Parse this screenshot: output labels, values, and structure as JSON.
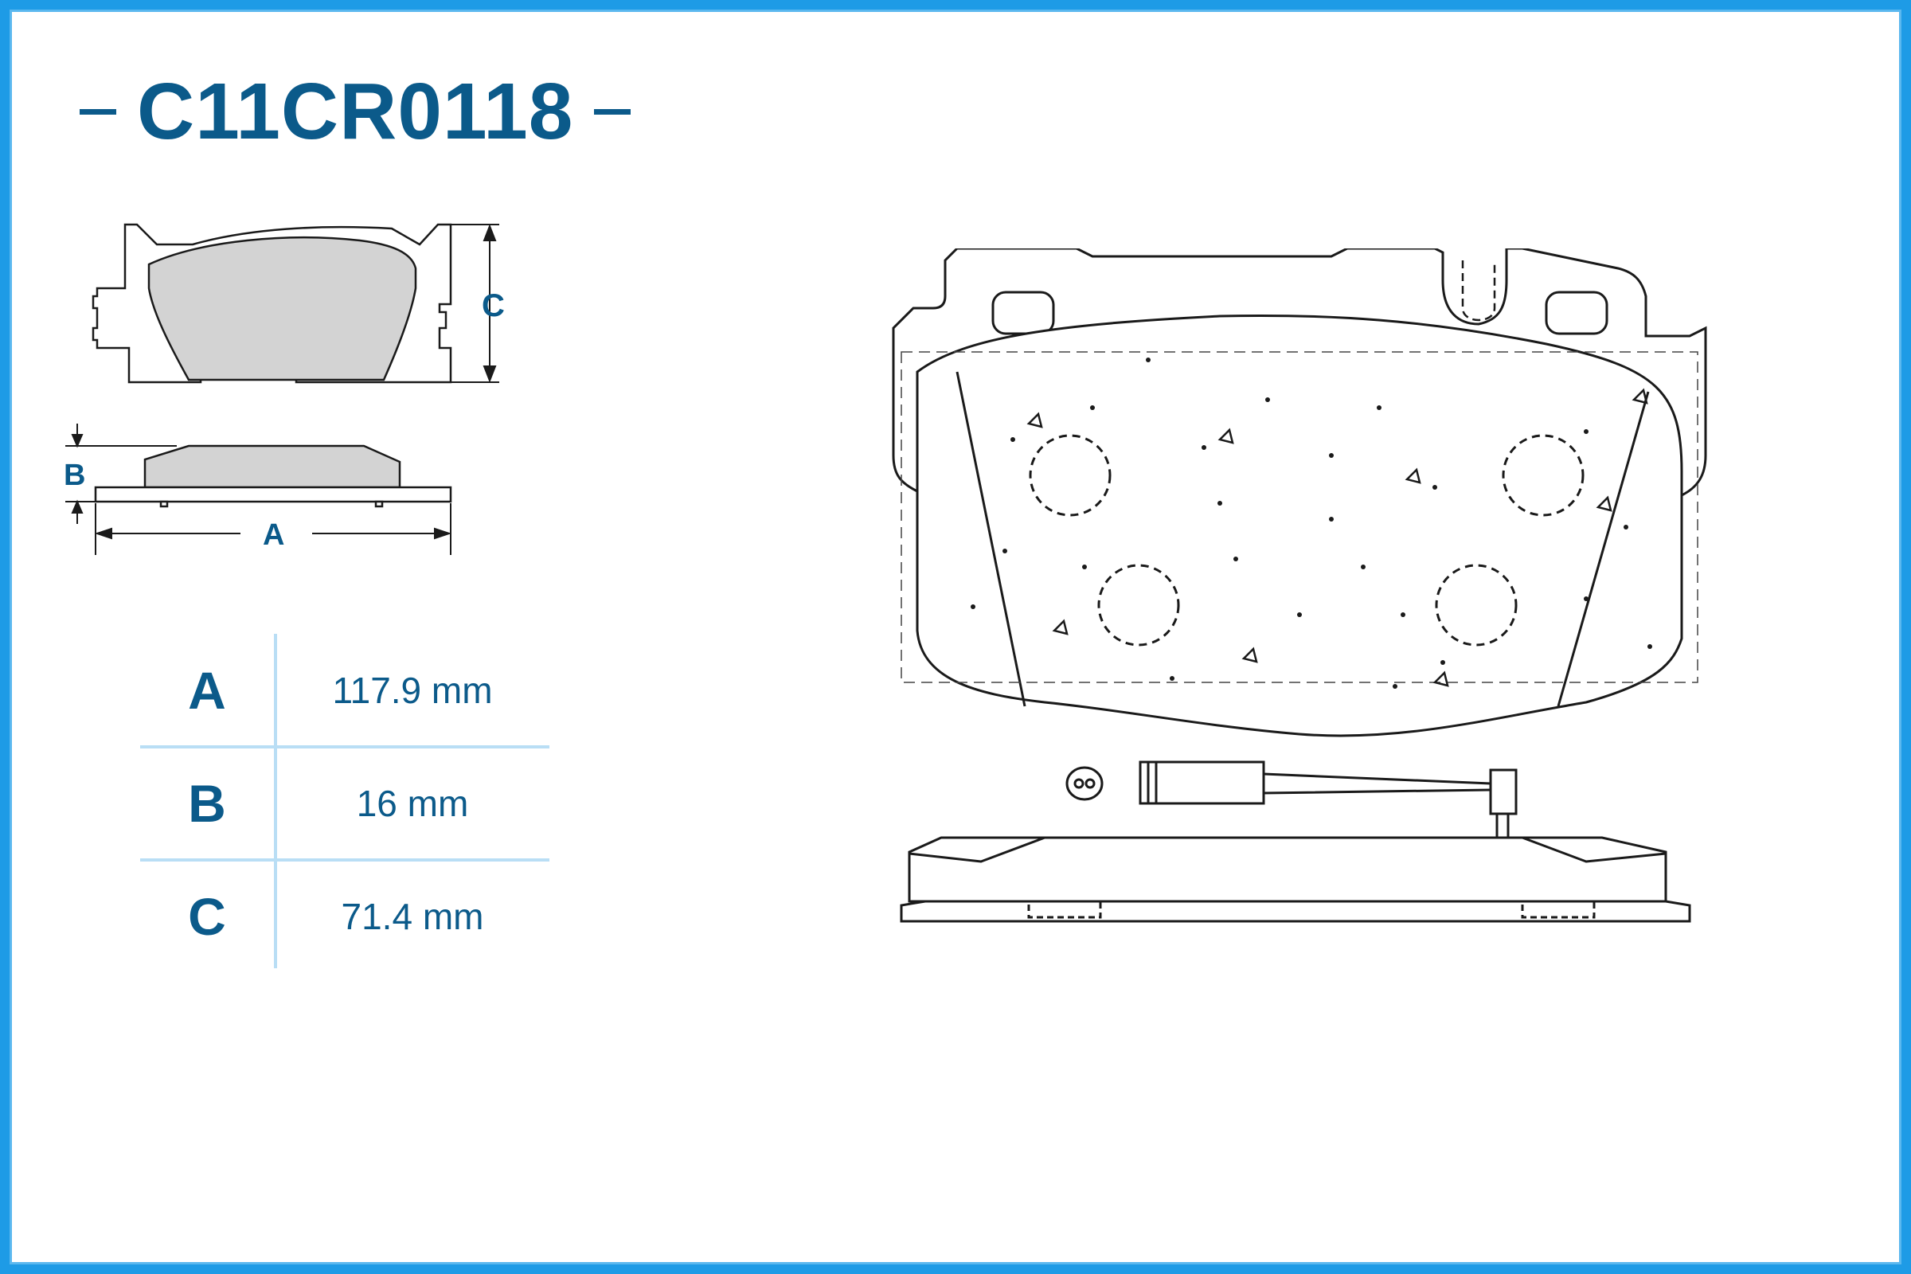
{
  "title": {
    "code": "C11CR0118"
  },
  "dimension_labels": {
    "a": "A",
    "b": "B",
    "c": "C"
  },
  "specs": [
    {
      "key": "A",
      "value": "117.9 mm"
    },
    {
      "key": "B",
      "value": "16 mm"
    },
    {
      "key": "C",
      "value": "71.4 mm"
    }
  ],
  "colors": {
    "accent": "#0b5a8a",
    "border": "#1e9be6",
    "table_lines": "#b9def5",
    "pad_fill": "#d3d3d3",
    "outline": "#1a1a1a"
  }
}
